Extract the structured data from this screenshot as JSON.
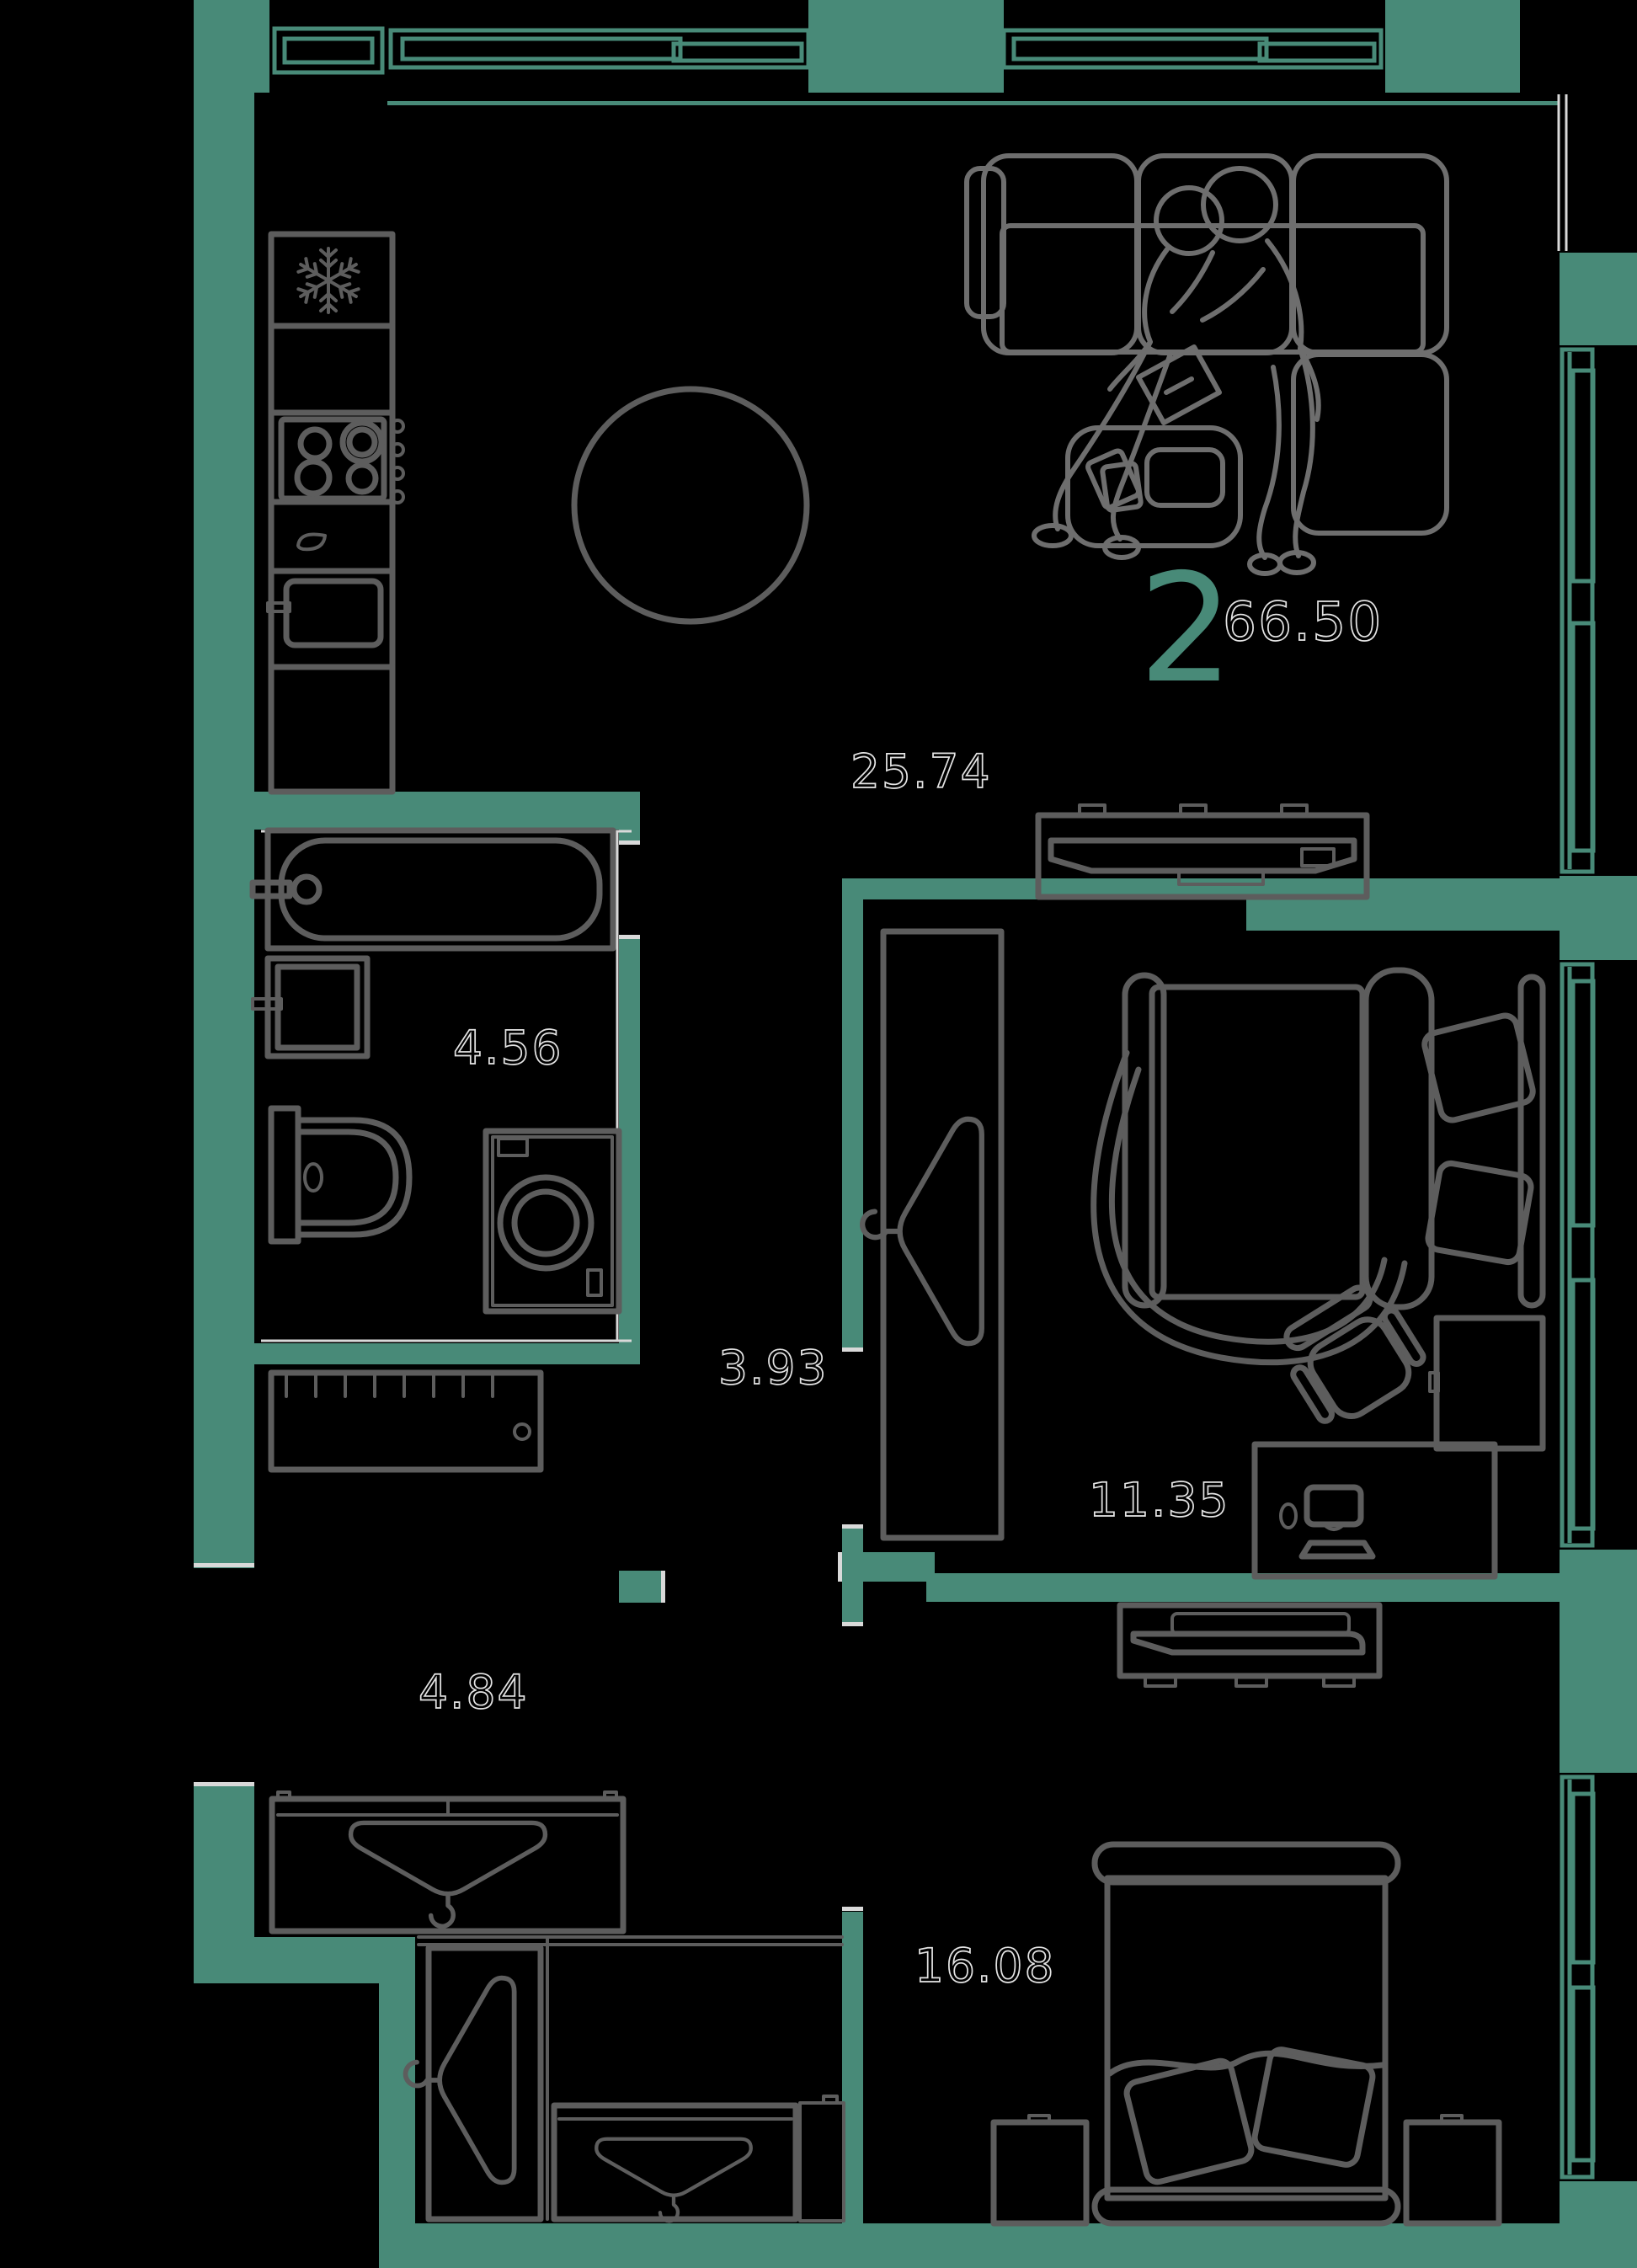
{
  "plan": {
    "rooms_count": "2",
    "total_area": "66.50",
    "areas": {
      "living_kitchen": "25.74",
      "bathroom": "4.56",
      "corridor": "3.93",
      "bedroom": "11.35",
      "hallway": "4.84",
      "master_bedroom": "16.08"
    }
  },
  "colors": {
    "background": "#000000",
    "wall": "#488a78",
    "furniture_line": "#5d5d5d",
    "sofa_line": "#6e6e6e",
    "label_outline": "#e4e4e4",
    "jamb": "#d9d9d9"
  },
  "icons": {
    "fridge": "snowflake-icon",
    "closets": "hanger-icon",
    "desk": "monitor-icon"
  }
}
